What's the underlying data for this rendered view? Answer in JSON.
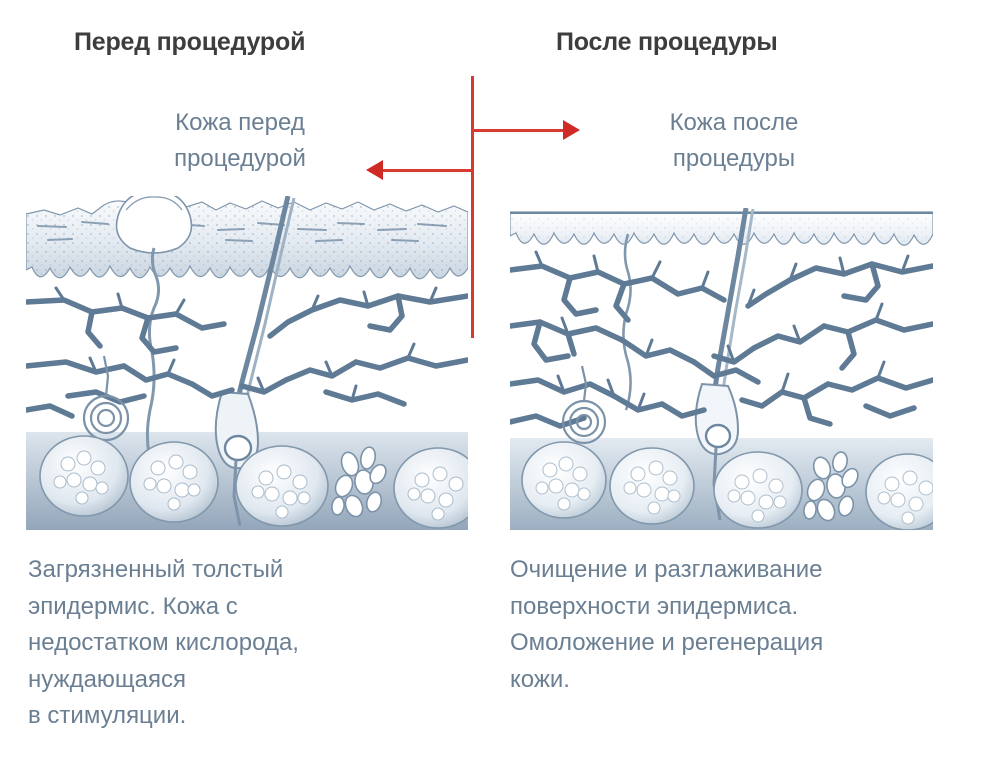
{
  "colors": {
    "title": "#3d3d3d",
    "body_text": "#6b7f93",
    "arrow_red": "#d83a33",
    "arrowhead_red": "#cf2a26",
    "skin_ink": "#5b7590",
    "skin_fill_light": "#e8eef4",
    "skin_fill_deep": "#9aabbd"
  },
  "columns": {
    "before": {
      "title": "Перед процедурой",
      "callout": "Кожа перед\nпроцедурой",
      "description": "Загрязненный толстый\nэпидермис. Кожа с\nнедостатком кислорода,\nнуждающаяся\nв стимуляции.",
      "illustration_name": "skin-cross-section-before"
    },
    "after": {
      "title": "После процедуры",
      "callout": "Кожа после\nпроцедуры",
      "description": "Очищение и разглаживание\nповерхности эпидермиса.\nОмоложение и регенерация\nкожи.",
      "illustration_name": "skin-cross-section-after"
    }
  },
  "connector": {
    "stem_name": "red-vertical-connector",
    "arrow_right_name": "arrow-right-icon",
    "arrow_left_name": "arrow-left-icon"
  }
}
